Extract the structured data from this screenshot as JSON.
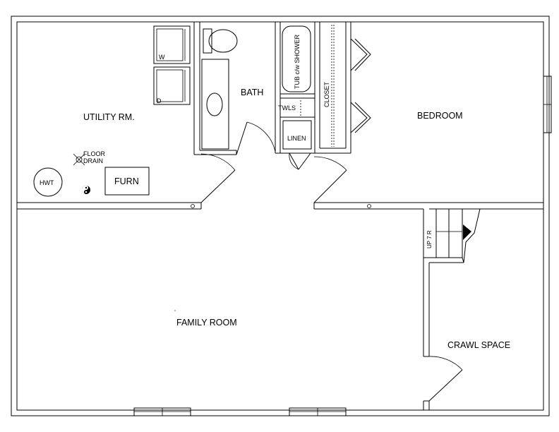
{
  "rooms": {
    "utility": "UTILITY RM.",
    "bath": "BATH",
    "bedroom": "BEDROOM",
    "family": "FAMILY ROOM",
    "crawl": "CRAWL SPACE",
    "closet": "CLOSET",
    "linen": "LINEN",
    "towels": "TWLS"
  },
  "fixtures": {
    "washer": "W",
    "dryer": "D",
    "hot_water_tank": "HWT",
    "furnace": "FURN",
    "floor_drain_line1": "FLOOR",
    "floor_drain_line2": "DRAIN",
    "tub_shower": "TUB c/w SHOWER",
    "stairs": "UP 7 R"
  }
}
